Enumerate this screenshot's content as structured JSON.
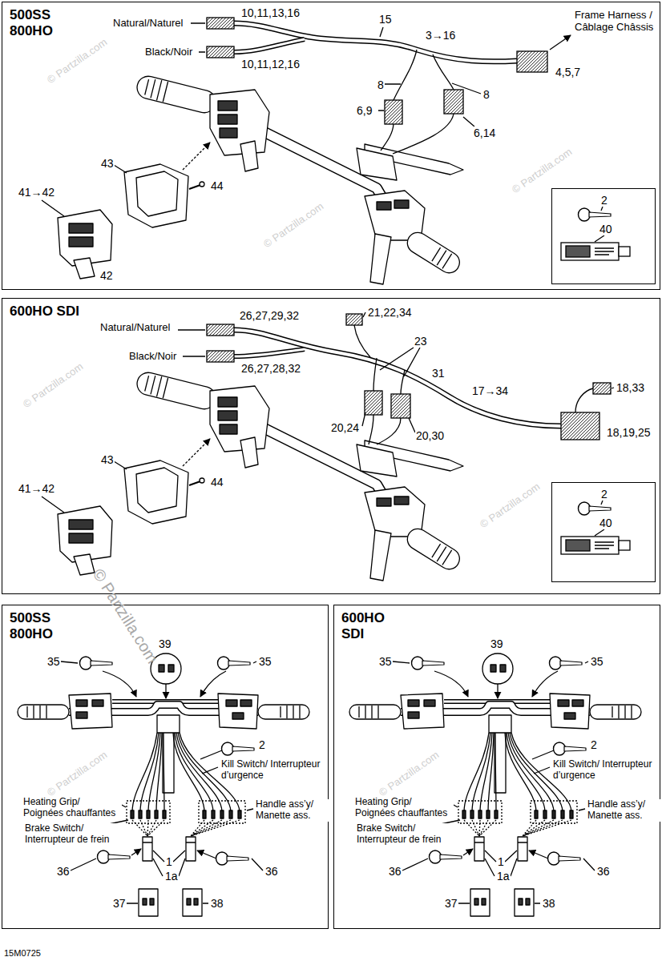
{
  "diagram": {
    "nodes": [
      {
        "text": [
          "500SS 800HO"
        ]
      },
      {
        "text": [
          "2",
          "40"
        ],
        "in": 0
      },
      {
        "text": [
          "600HO SDI"
        ]
      },
      {
        "text": [
          "2",
          "40"
        ],
        "in": 2
      },
      {
        "text": [
          "500SS 800HO"
        ]
      },
      {
        "text": [
          "600HO SDI"
        ]
      }
    ],
    "labels": [
      "Natural/Naturel",
      "10,11,13,16",
      "Black/Noir",
      "10,11,12,16",
      "15",
      "Frame Harness / Câblage Châssis",
      "3→16",
      "4,5,7",
      "8",
      "8",
      "6,9",
      "6,14",
      "43",
      "41→42",
      "44",
      "42",
      "Natural/Naturel",
      "26,27,29,32",
      "Black/Noir",
      "26,27,28,32",
      "21,22,34",
      "23",
      "31",
      "17→34",
      "18,33",
      "18,19,25",
      "20,24",
      "20,30",
      "43",
      "41→42",
      "44",
      "39",
      "35",
      "35",
      "2",
      "Heating Grip/ Poignées chauffantes",
      "Kill Switch/ Interrupteur d’urgence",
      "Brake Switch/ Interrupteur de frein",
      "Handle ass’y/ Manette ass.",
      "36",
      "1",
      "36",
      "1a",
      "37",
      "38",
      "39",
      "35",
      "35",
      "2",
      "Heating Grip/ Poignées chauffantes",
      "Kill Switch/ Interrupteur d’urgence",
      "Brake Switch/ Interrupteur de frein",
      "Handle ass’y/ Manette ass.",
      "36",
      "1",
      "36",
      "1a",
      "37",
      "38",
      "15M0725",
      "© Partzilla.com",
      "© Partzilla.com",
      "© Partzilla.com",
      "© Partzilla.com",
      "© Partzilla.com",
      "© Partzilla.com",
      "© Partzilla.com",
      "© Partzilla.com"
    ]
  }
}
